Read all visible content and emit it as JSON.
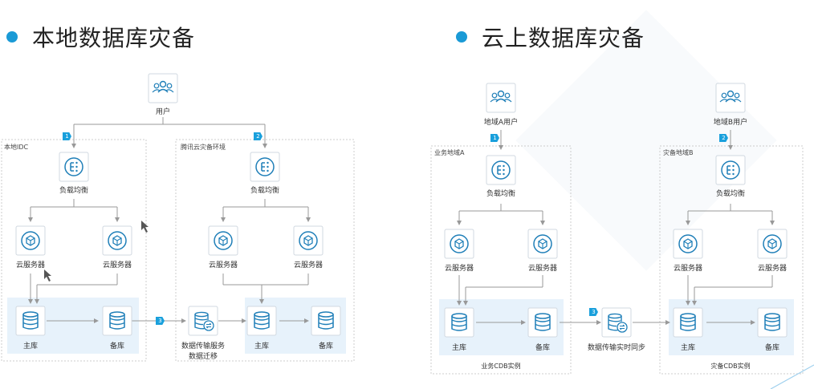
{
  "titles": {
    "left": "本地数据库灾备",
    "right": "云上数据库灾备"
  },
  "left_diagram": {
    "user": "用户",
    "zone_idc": "本地IDC",
    "zone_cloud": "腾讯云灾备环境",
    "lb": "负载均衡",
    "server": "云服务器",
    "master": "主库",
    "backup": "备库",
    "dts": "数据传输服务",
    "dts_sub": "数据迁移",
    "step1": "1",
    "step2": "2",
    "step3": "3"
  },
  "right_diagram": {
    "user_a": "地域A用户",
    "user_b": "地域B用户",
    "zone_a": "业务地域A",
    "zone_b": "灾备地域B",
    "lb": "负载均衡",
    "server": "云服务器",
    "master": "主库",
    "backup": "备库",
    "db_a": "业务CDB实例",
    "db_b": "灾备CDB实例",
    "dts_sync": "数据传输实时同步",
    "step1": "1",
    "step2": "2",
    "step3": "3"
  },
  "colors": {
    "accent": "#1a9ad6",
    "icon": "#1f7fb8",
    "db_band": "#e7f2fb",
    "line": "#999999"
  }
}
